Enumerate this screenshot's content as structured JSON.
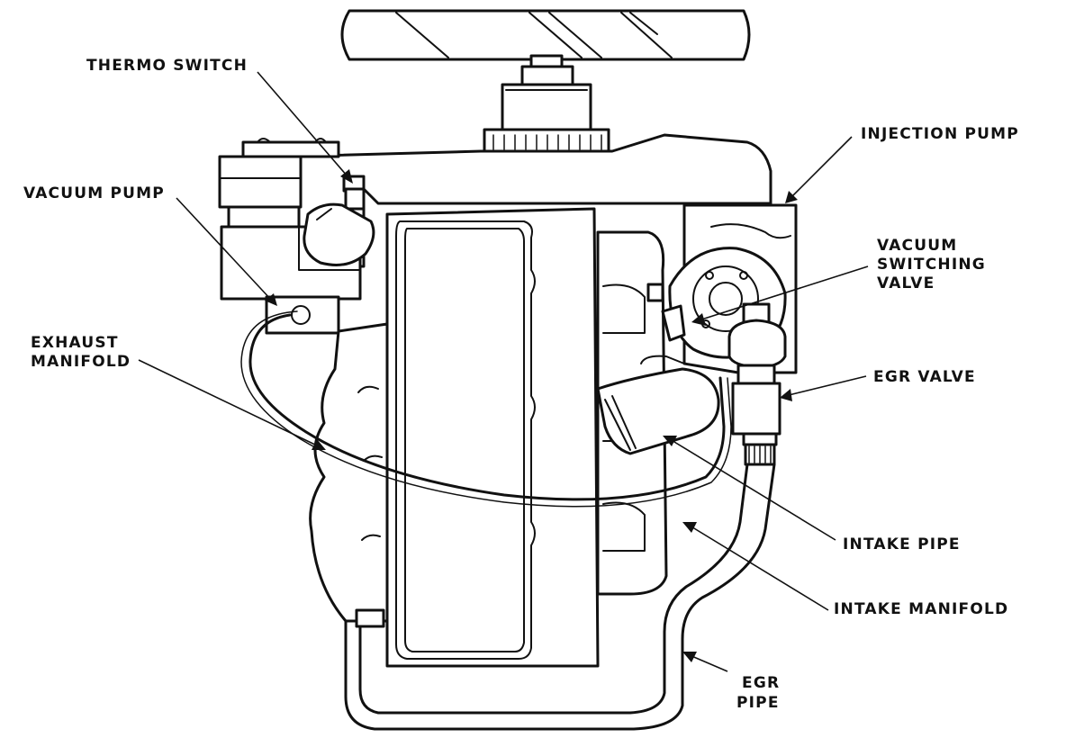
{
  "labels": {
    "thermo_switch": "THERMO SWITCH",
    "injection_pump": "INJECTION PUMP",
    "vacuum_pump": "VACUUM PUMP",
    "vacuum_switching_valve": [
      "VACUUM",
      "SWITCHING",
      "VALVE"
    ],
    "exhaust_manifold": [
      "EXHAUST",
      "MANIFOLD"
    ],
    "egr_valve": "EGR VALVE",
    "intake_pipe": "INTAKE PIPE",
    "intake_manifold": "INTAKE MANIFOLD",
    "egr_pipe": [
      "EGR",
      "PIPE"
    ]
  },
  "colors": {
    "line": "#111111",
    "background": "#ffffff"
  }
}
